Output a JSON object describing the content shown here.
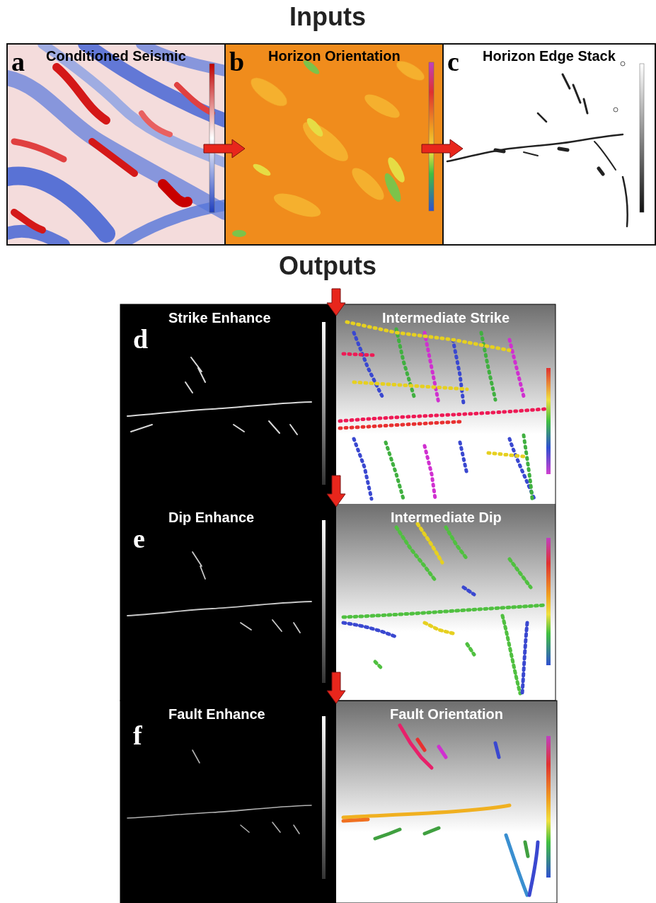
{
  "diagram": {
    "title": "Inputs",
    "nodes": [
      {
        "text": [
          "a",
          "Conditioned Seismic"
        ]
      },
      {
        "text": [
          "b",
          "Horizon Orientation"
        ]
      },
      {
        "text": [
          "c",
          "Horizon Edge Stack"
        ]
      },
      {
        "text": [
          "d",
          "Strike Enhance"
        ]
      },
      {
        "text": [
          "Intermediate Strike"
        ]
      },
      {
        "text": [
          "e",
          "Dip Enhance"
        ]
      },
      {
        "text": [
          "Intermediate Dip"
        ]
      },
      {
        "text": [
          "f",
          "Fault Enhance"
        ]
      },
      {
        "text": [
          "Fault Orientation"
        ]
      }
    ],
    "edges": [
      {
        "from": 0,
        "to": 1,
        "arrow": "to"
      },
      {
        "from": 1,
        "to": 2,
        "arrow": "to"
      },
      {
        "from": 3,
        "to": 5,
        "arrow": "to"
      },
      {
        "from": 5,
        "to": 7,
        "arrow": "to"
      }
    ],
    "labels": [
      "Outputs"
    ]
  }
}
